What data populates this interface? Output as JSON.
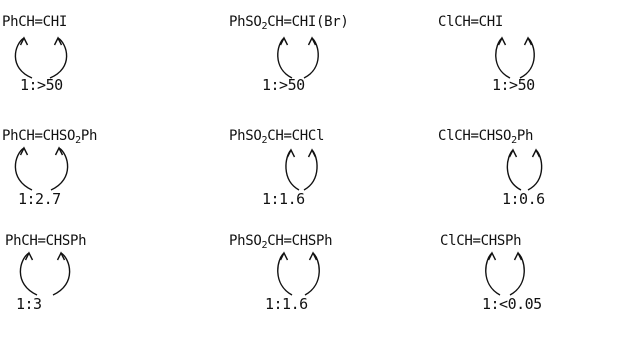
{
  "reactions": [
    {
      "parts": [
        "PhCH=CHI"
      ],
      "ratio": "1:>50"
    },
    {
      "parts": [
        "PhSO",
        "2",
        "CH=CHI(Br)"
      ],
      "ratio": "1:>50"
    },
    {
      "parts": [
        "ClCH=CHI"
      ],
      "ratio": "1:>50"
    },
    {
      "parts": [
        "PhCH=CHSO",
        "2",
        "Ph"
      ],
      "ratio": "1:2.7"
    },
    {
      "parts": [
        "PhSO",
        "2",
        "CH=CHCl"
      ],
      "ratio": "1:1.6"
    },
    {
      "parts": [
        "ClCH=CHSO",
        "2",
        "Ph"
      ],
      "ratio": "1:0.6"
    },
    {
      "parts": [
        "PhCH=CHSPh"
      ],
      "ratio": "1:3"
    },
    {
      "parts": [
        "PhSO",
        "2",
        "CH=CHSPh"
      ],
      "ratio": "1:1.6"
    },
    {
      "parts": [
        "ClCH=CHSPh"
      ],
      "ratio": "1:<0.05"
    }
  ]
}
